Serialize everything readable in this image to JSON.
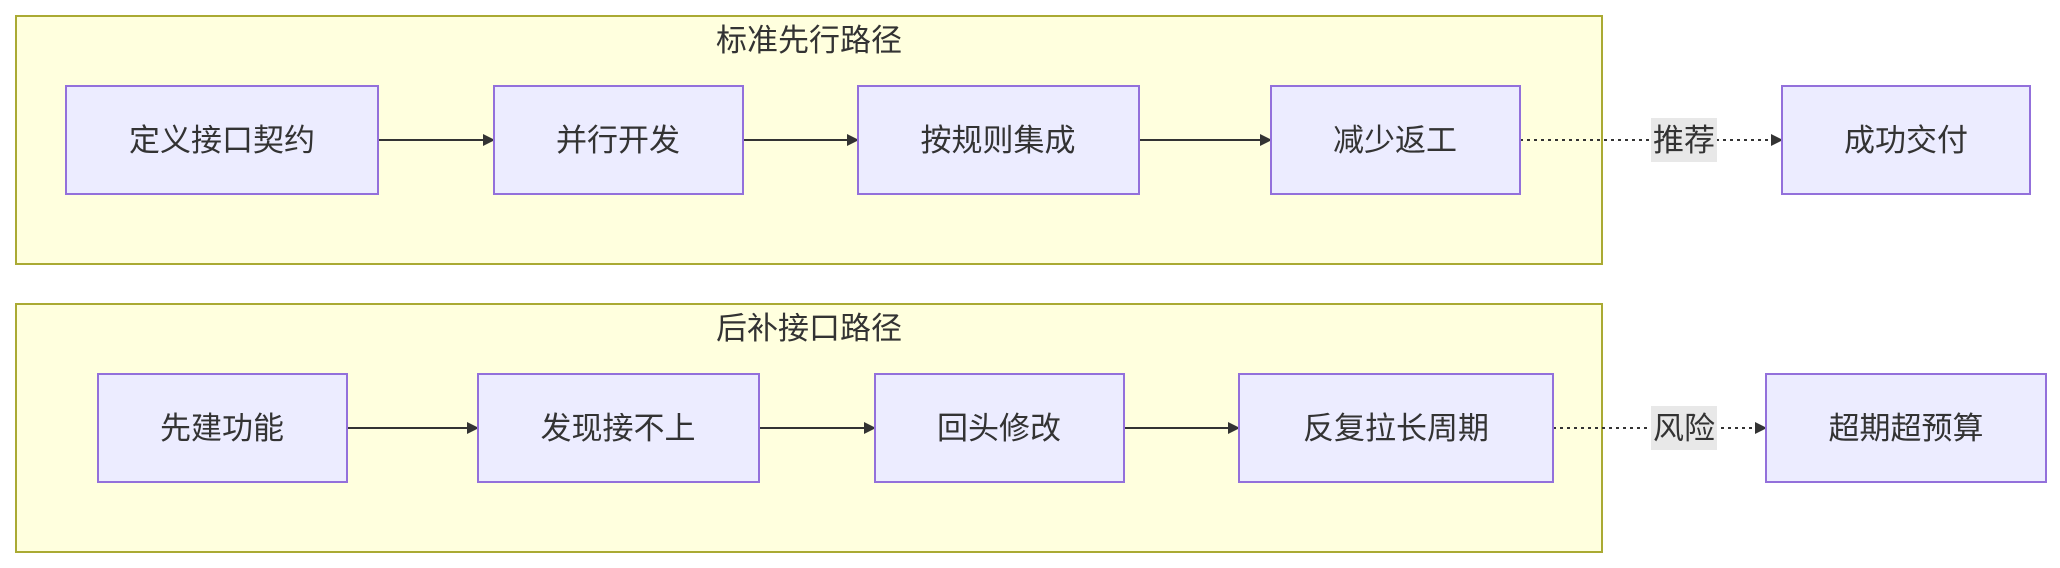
{
  "clusters": {
    "standard": {
      "title": "标准先行路径"
    },
    "late": {
      "title": "后补接口路径"
    }
  },
  "nodes": {
    "define_contract": "定义接口契约",
    "parallel_dev": "并行开发",
    "integrate_by_rules": "按规则集成",
    "less_rework": "减少返工",
    "success_delivery": "成功交付",
    "build_first": "先建功能",
    "find_mismatch": "发现接不上",
    "go_back_fix": "回头修改",
    "longer_cycle": "反复拉长周期",
    "over_budget": "超期超预算"
  },
  "edge_labels": {
    "recommend": "推荐",
    "risk": "风险"
  },
  "colors": {
    "cluster_fill": "#ffffde",
    "cluster_stroke": "#aaaa33",
    "node_fill": "#ececff",
    "node_stroke": "#9370db",
    "edge": "#333333",
    "edge_label_bg": "#e8e8e8"
  }
}
